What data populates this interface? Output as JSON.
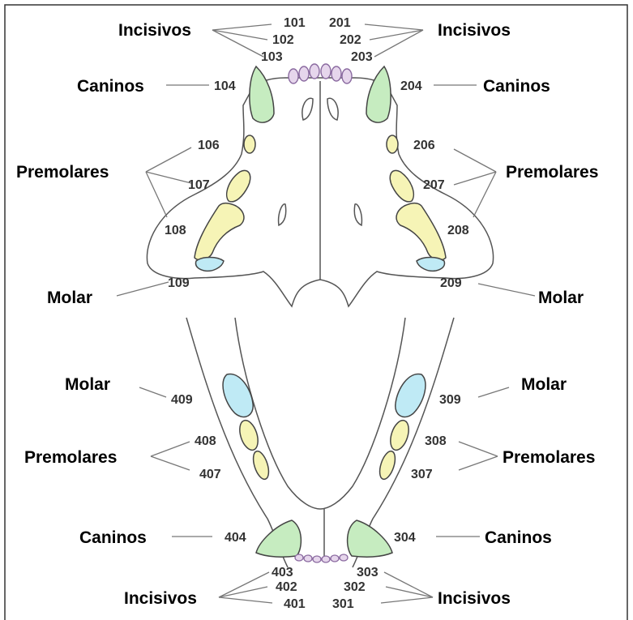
{
  "colors": {
    "canine": "#c6ecc0",
    "premolar": "#f6f4b6",
    "molar": "#bfeaf5",
    "incisor": "#e6d6ec",
    "incisor_stroke": "#8a6aa0",
    "line": "#777777",
    "outline": "#555555",
    "frame": "#333333"
  },
  "upper": {
    "incisors_left": {
      "label": "Incisivos",
      "numbers": [
        "101",
        "102",
        "103"
      ]
    },
    "incisors_right": {
      "label": "Incisivos",
      "numbers": [
        "201",
        "202",
        "203"
      ]
    },
    "canine_left": {
      "label": "Caninos",
      "number": "104"
    },
    "canine_right": {
      "label": "Caninos",
      "number": "204"
    },
    "premolars_left": {
      "label": "Premolares",
      "numbers": [
        "106",
        "107",
        "108"
      ]
    },
    "premolars_right": {
      "label": "Premolares",
      "numbers": [
        "206",
        "207",
        "208"
      ]
    },
    "molar_left": {
      "label": "Molar",
      "number": "109"
    },
    "molar_right": {
      "label": "Molar",
      "number": "209"
    }
  },
  "lower": {
    "molar_left": {
      "label": "Molar",
      "number": "409"
    },
    "molar_right": {
      "label": "Molar",
      "number": "309"
    },
    "premolars_left": {
      "label": "Premolares",
      "numbers": [
        "408",
        "407"
      ]
    },
    "premolars_right": {
      "label": "Premolares",
      "numbers": [
        "308",
        "307"
      ]
    },
    "canine_left": {
      "label": "Caninos",
      "number": "404"
    },
    "canine_right": {
      "label": "Caninos",
      "number": "304"
    },
    "incisors_left": {
      "label": "Incisivos",
      "numbers": [
        "403",
        "402",
        "401"
      ]
    },
    "incisors_right": {
      "label": "Incisivos",
      "numbers": [
        "303",
        "302",
        "301"
      ]
    }
  }
}
